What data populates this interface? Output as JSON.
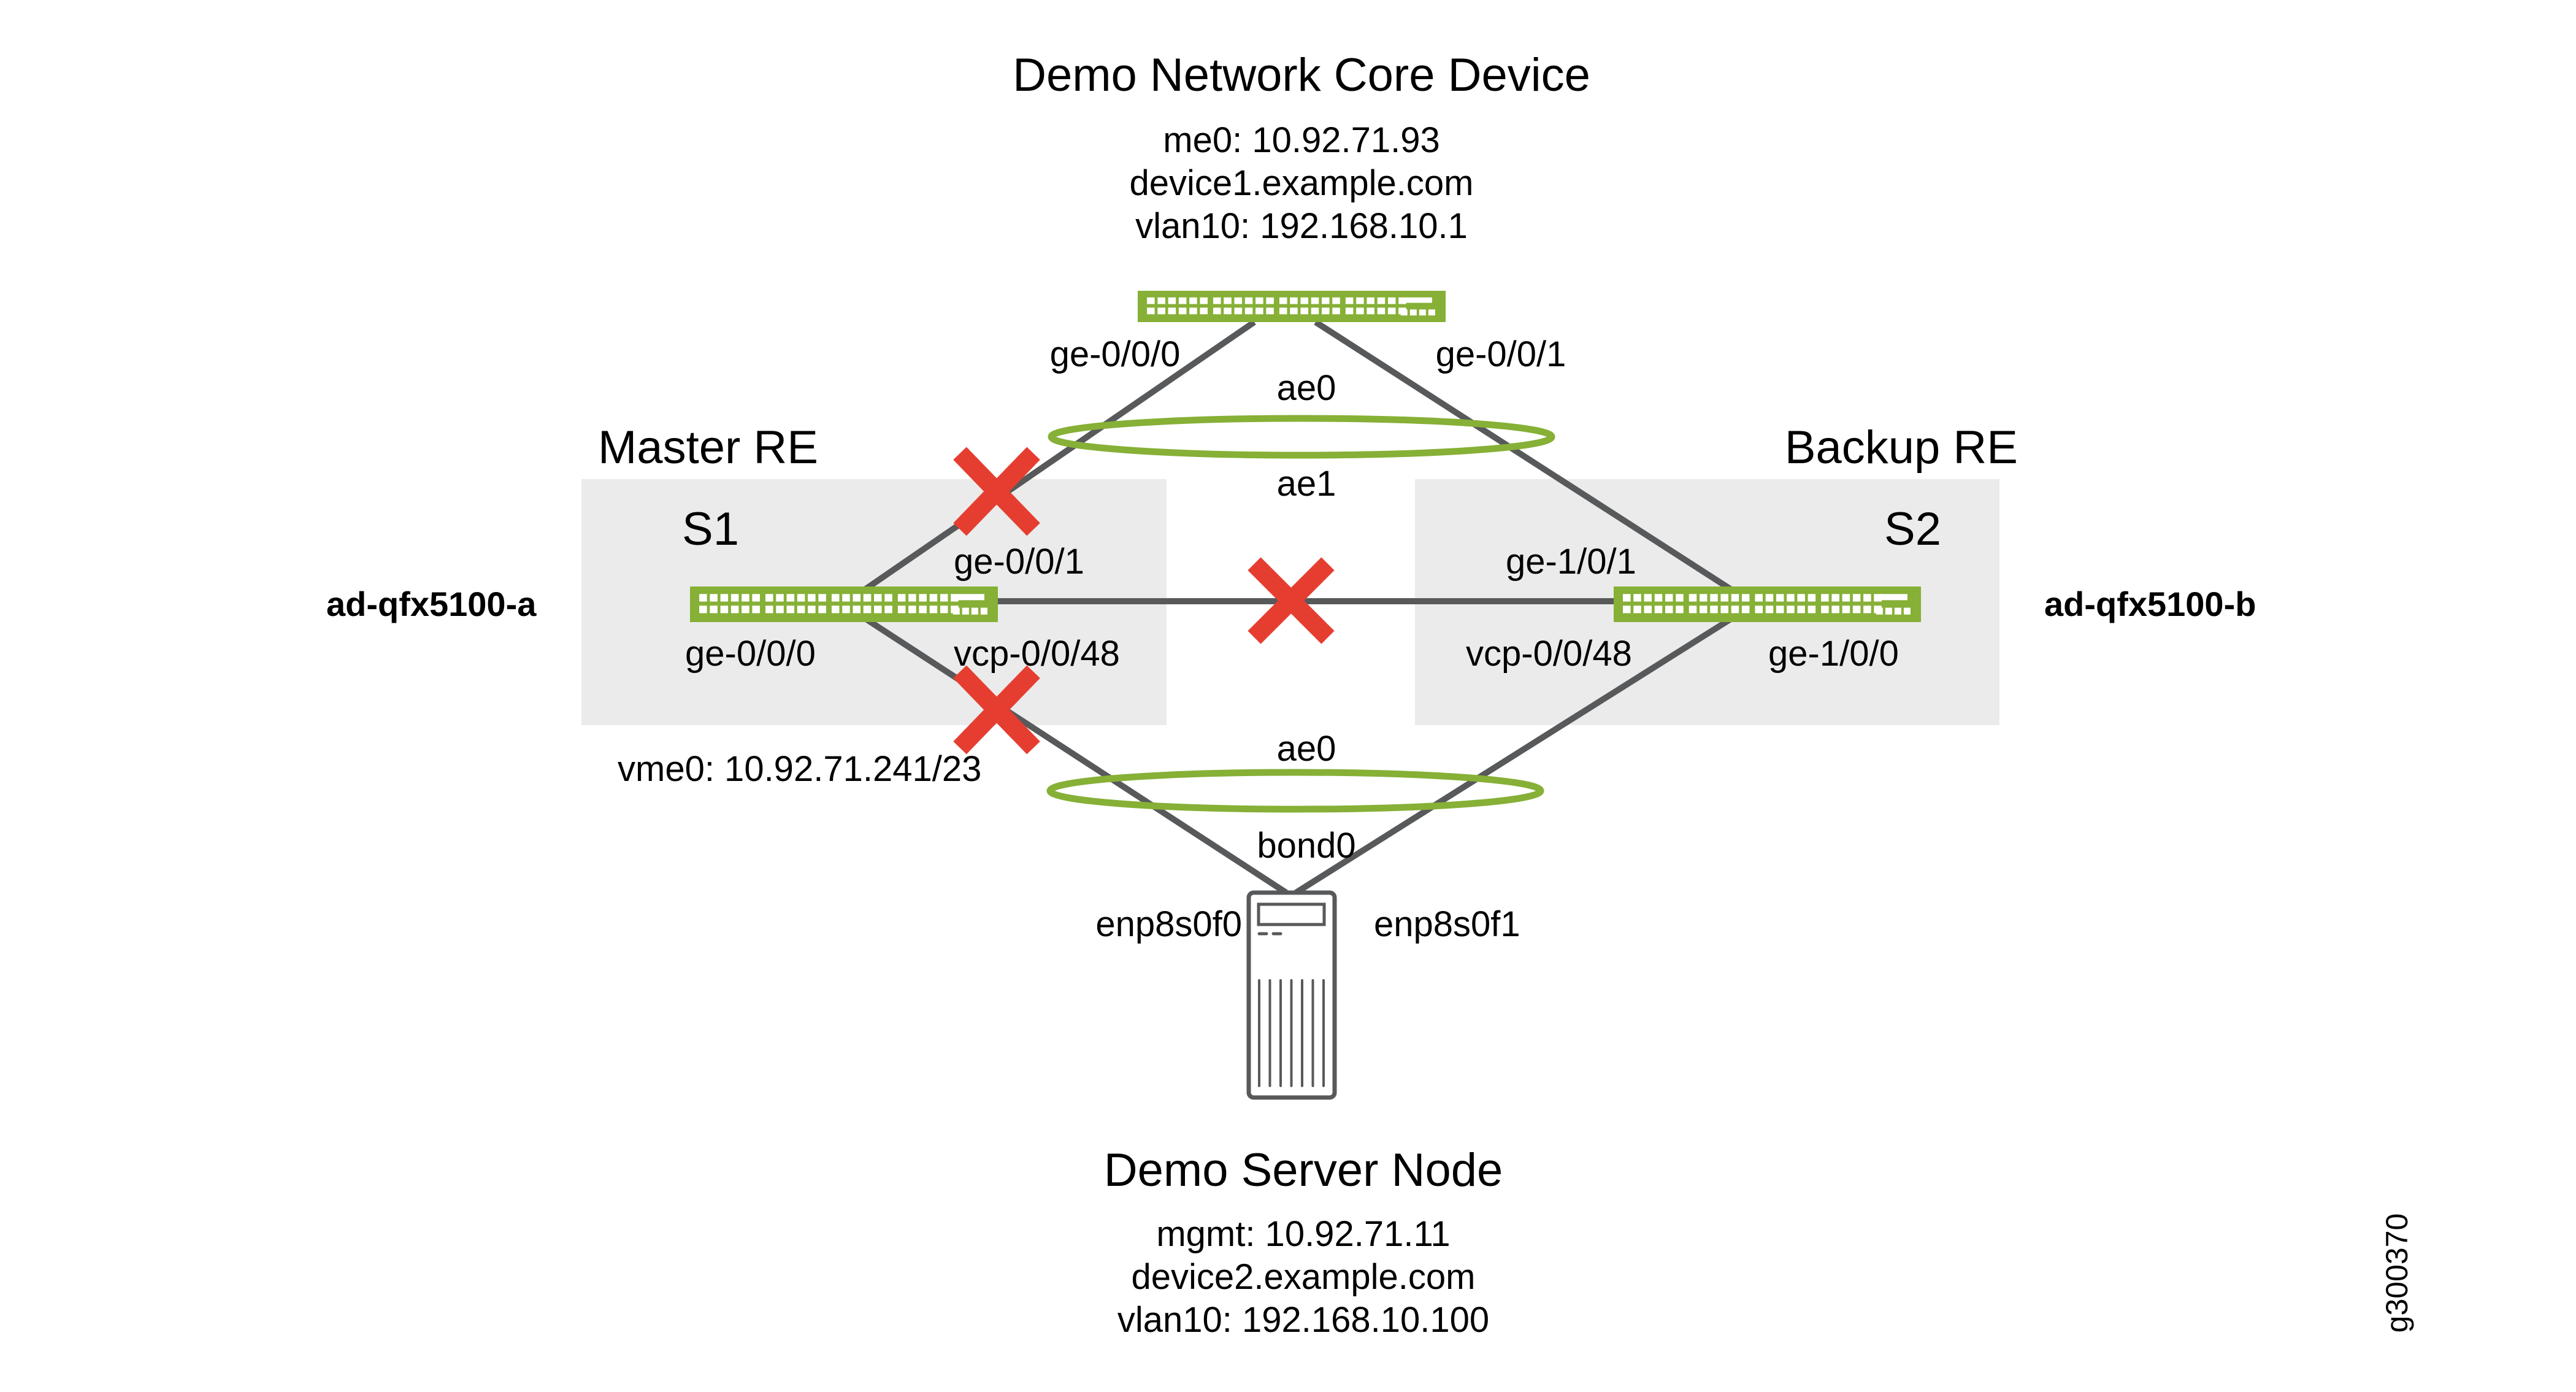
{
  "core_device": {
    "title": "Demo Network Core Device",
    "info": [
      "me0: 10.92.71.93",
      "device1.example.com",
      "vlan10: 192.168.10.1"
    ],
    "ports": {
      "left": "ge-0/0/0",
      "right": "ge-0/0/1"
    }
  },
  "uplink_lag": {
    "upper_label": "ae0",
    "lower_label": "ae1"
  },
  "master": {
    "role_label": "Master RE",
    "switch_label": "S1",
    "hostname": "ad-qfx5100-a",
    "ports": {
      "uplink": "ge-0/0/1",
      "downlink": "ge-0/0/0",
      "vcp": "vcp-0/0/48"
    },
    "vme": "vme0: 10.92.71.241/23"
  },
  "backup": {
    "role_label": "Backup RE",
    "switch_label": "S2",
    "hostname": "ad-qfx5100-b",
    "ports": {
      "uplink": "ge-1/0/1",
      "vcp": "vcp-0/0/48",
      "downlink": "ge-1/0/0"
    }
  },
  "server_lag": {
    "upper_label": "ae0",
    "lower_label": "bond0"
  },
  "server": {
    "title": "Demo Server Node",
    "nics": {
      "left": "enp8s0f0",
      "right": "enp8s0f1"
    },
    "info": [
      "mgmt: 10.92.71.11",
      "device2.example.com",
      "vlan10: 192.168.10.100"
    ]
  },
  "failed_links": [
    "S1 ge-0/0/1 uplink",
    "S1-S2 VCP link",
    "S1 ge-0/0/0 downlink"
  ],
  "figure_id": "g300370",
  "colors": {
    "switch_green": "#86b036",
    "lag_ring_green": "#86b036",
    "link_gray": "#58595b",
    "failure_red": "#e53e30",
    "re_box_gray": "#ebebeb"
  }
}
